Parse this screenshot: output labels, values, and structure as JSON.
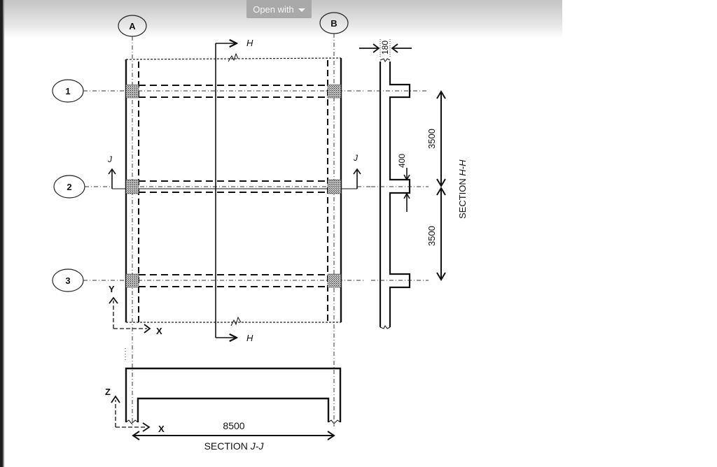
{
  "viewer": {
    "open_with_label": "Open with"
  },
  "drawing": {
    "grid_columns": [
      "A",
      "B"
    ],
    "grid_rows": [
      "1",
      "2",
      "3"
    ],
    "plan": {
      "section_marks": {
        "h_top": "H",
        "h_bottom": "H",
        "j_left": "J",
        "j_right": "J"
      },
      "axes": {
        "x": "X",
        "y": "Y"
      }
    },
    "section_hh": {
      "title": "SECTION H-H",
      "title_prefix": "SECTION ",
      "title_italic": "H-H",
      "slab_thickness": "180",
      "beam_depth": "400",
      "span_1": "3500",
      "span_2": "3500"
    },
    "section_jj": {
      "title_prefix": "SECTION ",
      "title_italic": "J-J",
      "span": "8500",
      "axes": {
        "z": "Z",
        "x": "X"
      }
    }
  }
}
